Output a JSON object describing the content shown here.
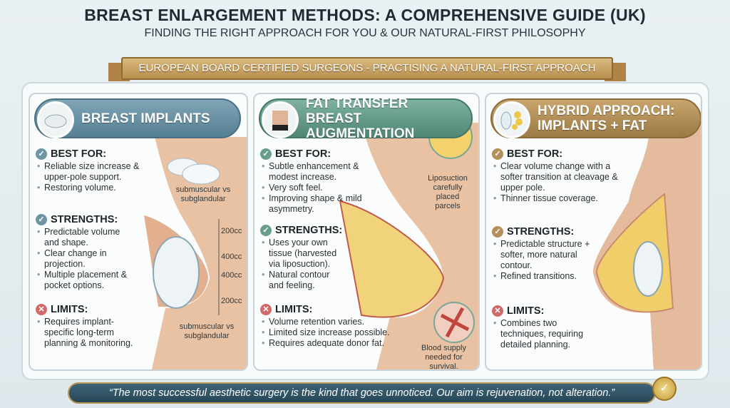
{
  "header": {
    "title": "BREAST ENLARGEMENT METHODS: A COMPREHENSIVE GUIDE (UK)",
    "subtitle": "FINDING THE RIGHT APPROACH FOR YOU & OUR NATURAL-FIRST PHILOSOPHY",
    "ribbon": "EUROPEAN BOARD CERTIFIED SURGEONS - PRACTISING A NATURAL-FIRST APPROACH"
  },
  "colors": {
    "implants": "#6a93a6",
    "fat": "#6a9e8c",
    "hybrid": "#b3905a",
    "check": "#6f95a5",
    "limit": "#d36a6a"
  },
  "cards": [
    {
      "title": "BREAST IMPLANTS",
      "icon": "implant-icon",
      "best_for": {
        "heading": "BEST FOR:",
        "items": [
          "Reliable size increase & upper-pole support.",
          "Restoring volume."
        ]
      },
      "strengths": {
        "heading": "STRENGTHS:",
        "items": [
          "Predictable volume and shape.",
          "Clear change in projection.",
          "Multiple placement & pocket options."
        ]
      },
      "limits": {
        "heading": "LIMITS:",
        "items": [
          "Requires implant-specific long-term planning & monitoring."
        ]
      },
      "labels": {
        "top": "submuscular vs subglandular",
        "bottom": "submuscular vs subglandular",
        "scale": [
          "200cc",
          "400cc",
          "400cc",
          "200cc"
        ]
      }
    },
    {
      "title_line1": "FAT TRANSFER",
      "title_line2": "BREAST AUGMENTATION",
      "icon": "abdomen-icon",
      "best_for": {
        "heading": "BEST FOR:",
        "items": [
          "Subtle enhancement & modest increase.",
          "Very soft feel.",
          "Improving shape & mild asymmetry."
        ]
      },
      "strengths": {
        "heading": "STRENGTHS:",
        "items": [
          "Uses your own tissue (harvested via liposuction).",
          "Natural contour and feeling."
        ]
      },
      "limits": {
        "heading": "LIMITS:",
        "items": [
          "Volume retention varies.",
          "Limited size increase possible.",
          "Requires adequate donor fat."
        ]
      },
      "labels": {
        "lipo": "Liposuction carefully placed parcels",
        "blood": "Blood supply needed for survival."
      }
    },
    {
      "title_line1": "HYBRID APPROACH:",
      "title_line2": "IMPLANTS + FAT",
      "icon": "implant-plus-fat-icon",
      "best_for": {
        "heading": "BEST FOR:",
        "items": [
          "Clear volume change with a softer transition at cleavage & upper pole.",
          "Thinner tissue coverage."
        ]
      },
      "strengths": {
        "heading": "STRENGTHS:",
        "items": [
          "Predictable structure + softer, more natural contour.",
          "Refined transitions."
        ]
      },
      "limits": {
        "heading": "LIMITS:",
        "items": [
          "Combines two techniques, requiring detailed planning."
        ]
      }
    }
  ],
  "quote": "“The most successful aesthetic surgery is the kind that goes unnoticed. Our aim is rejuvenation, not alteration.”"
}
